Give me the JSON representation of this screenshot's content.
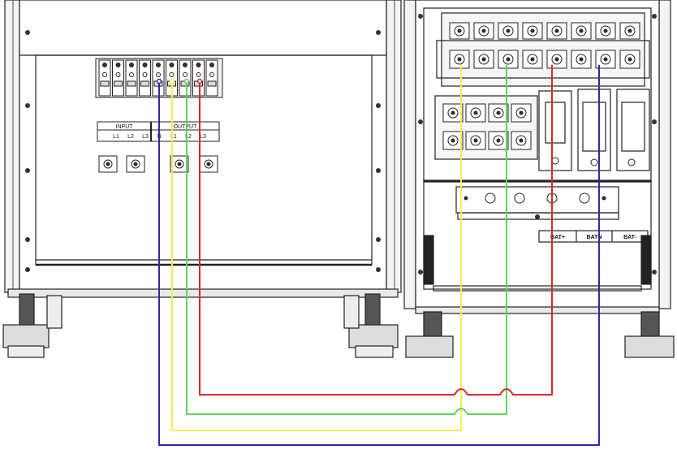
{
  "diagram": {
    "left_cabinet": {
      "input_label": "INPUT",
      "output_label": "OUTPUT",
      "input_terminals": [
        "L1",
        "L2",
        "L3"
      ],
      "output_terminals": [
        "N",
        "L1",
        "L2",
        "L3"
      ]
    },
    "right_cabinet": {
      "battery_labels": [
        "BAT+",
        "BATN",
        "BAT-"
      ]
    },
    "wires": [
      {
        "id": "neutral",
        "color": "#2b2ba8"
      },
      {
        "id": "l1",
        "color": "#f2ef55"
      },
      {
        "id": "l2",
        "color": "#5fd35a"
      },
      {
        "id": "l3",
        "color": "#d62a2a"
      }
    ]
  }
}
